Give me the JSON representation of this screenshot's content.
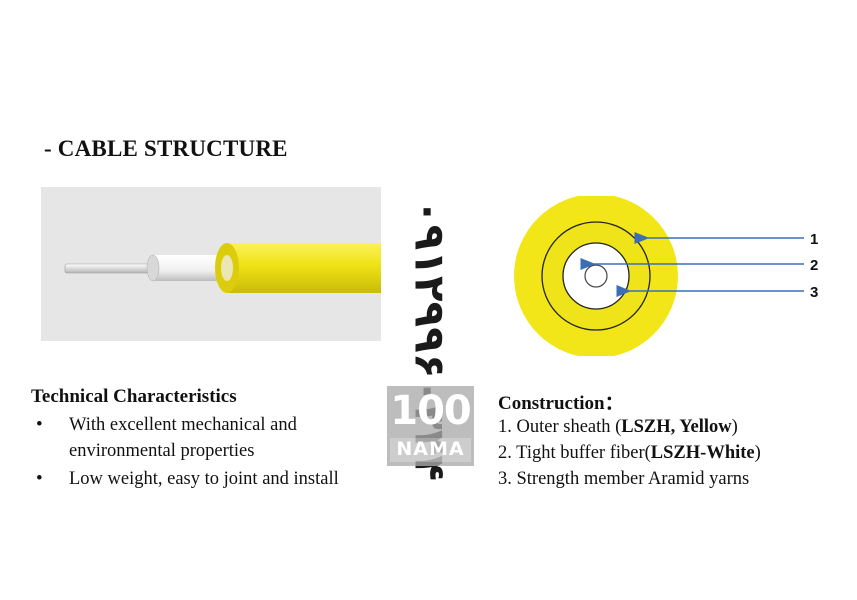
{
  "title": "- CABLE STRUCTURE",
  "technical": {
    "heading": "Technical Characteristics",
    "items": [
      "With excellent mechanical and environmental properties",
      "Low weight, easy to joint and install"
    ]
  },
  "construction": {
    "heading": "Construction：",
    "items": [
      {
        "prefix": "1. Outer sheath (",
        "bold": "LSZH, Yellow",
        "suffix": ")"
      },
      {
        "prefix": "2. Tight buffer fiber(",
        "bold": "LSZH-White",
        "suffix": ")"
      },
      {
        "prefix": "3. Strength member Aramid yarns",
        "bold": "",
        "suffix": ""
      }
    ]
  },
  "callouts": [
    "1",
    "2",
    "3"
  ],
  "watermark": {
    "phone": "۰۹۱۲۹۹۶۰۳۴۴",
    "logo_number": "100",
    "logo_word": "NAMA"
  },
  "colors": {
    "sheath_yellow": "#f2e618",
    "callout_blue": "#3a6fb7",
    "photo_bg": "#e6e6e6"
  }
}
